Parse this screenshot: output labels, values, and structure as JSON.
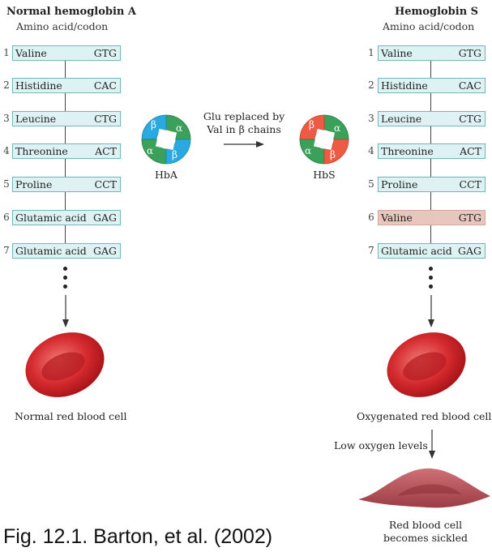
{
  "left": {
    "title": "Normal hemoglobin A",
    "subtitle": "Amino acid/codon",
    "rows": [
      {
        "num": "1",
        "amino": "Valine",
        "codon": "GTG"
      },
      {
        "num": "2",
        "amino": "Histidine",
        "codon": "CAC"
      },
      {
        "num": "3",
        "amino": "Leucine",
        "codon": "CTG"
      },
      {
        "num": "4",
        "amino": "Threonine",
        "codon": "ACT"
      },
      {
        "num": "5",
        "amino": "Proline",
        "codon": "CCT"
      },
      {
        "num": "6",
        "amino": "Glutamic acid",
        "codon": "GAG"
      },
      {
        "num": "7",
        "amino": "Glutamic acid",
        "codon": "GAG"
      }
    ],
    "cell_label": "Normal red blood cell"
  },
  "right": {
    "title": "Hemoglobin S",
    "subtitle": "Amino acid/codon",
    "rows": [
      {
        "num": "1",
        "amino": "Valine",
        "codon": "GTG"
      },
      {
        "num": "2",
        "amino": "Histidine",
        "codon": "CAC"
      },
      {
        "num": "3",
        "amino": "Leucine",
        "codon": "CTG"
      },
      {
        "num": "4",
        "amino": "Threonine",
        "codon": "ACT"
      },
      {
        "num": "5",
        "amino": "Proline",
        "codon": "CCT"
      },
      {
        "num": "6",
        "amino": "Valine",
        "codon": "GTG"
      },
      {
        "num": "7",
        "amino": "Glutamic acid",
        "codon": "GAG"
      }
    ],
    "cell_label": "Oxygenated red blood cell",
    "low_oxygen_label": "Low oxygen levels",
    "sickled_label_line1": "Red blood cell",
    "sickled_label_line2": "becomes sickled"
  },
  "middle": {
    "replace_line1": "Glu replaced by",
    "replace_line2": "Val in β chains",
    "hba_label": "HbA",
    "hbs_label": "HbS",
    "beta_symbol": "β",
    "alpha_symbol": "α"
  },
  "colors": {
    "box_fill": "#def2f4",
    "box_border": "#6fb7bd",
    "mutant_fill": "#e7c6bd",
    "beta_normal": "#2aa9e0",
    "beta_sickle": "#ee5b45",
    "alpha": "#3aa05a",
    "rbc": "#d42a2e",
    "sickle_cell": "#b8545a"
  },
  "caption": "Fig. 12.1. Barton, et al. (2002)"
}
